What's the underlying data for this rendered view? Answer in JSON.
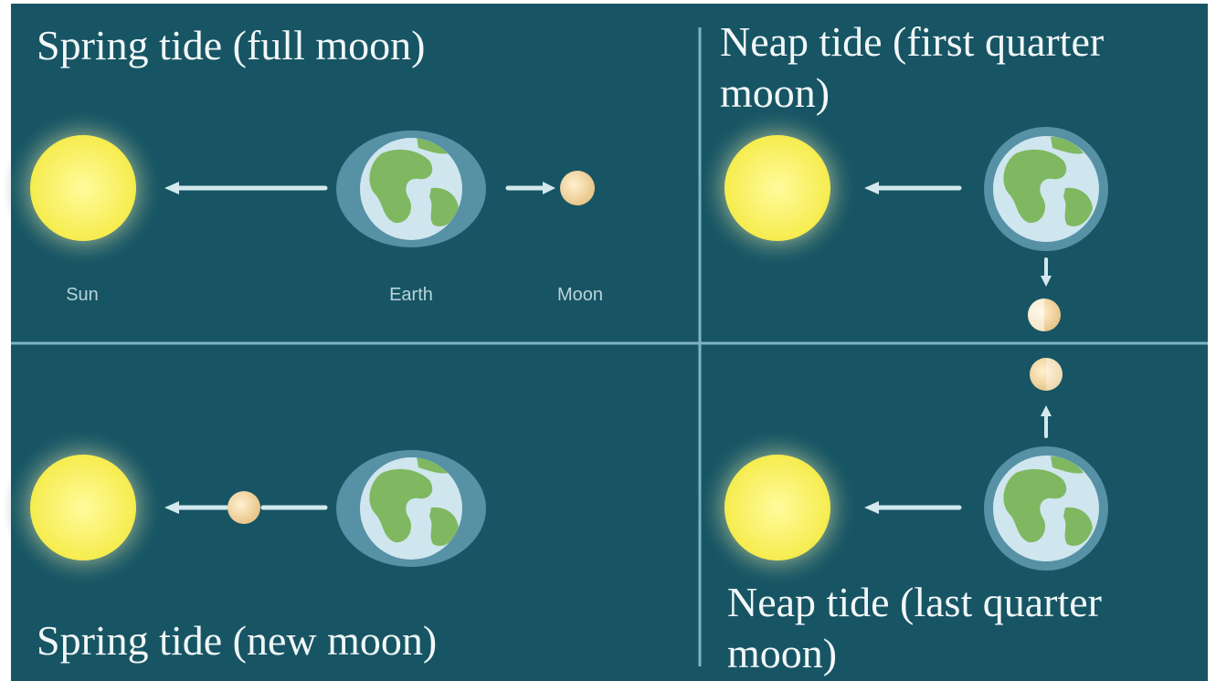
{
  "diagram": {
    "quadrants": [
      {
        "title": "Spring tide (full moon)"
      },
      {
        "title": "Neap tide (first quarter moon)"
      },
      {
        "title": "Spring tide (new moon)"
      },
      {
        "title": "Neap tide (last quarter moon)"
      }
    ],
    "labels": {
      "sun": "Sun",
      "earth": "Earth",
      "moon": "Moon"
    },
    "colors": {
      "background": "#175564",
      "divider": "#7fb4c2",
      "sun": "#fdf56a",
      "ocean": "#cfe6ee",
      "land": "#7fb861",
      "tide_bulge": "#5791a6",
      "moon": "#f3d8a2",
      "arrow": "#d3e9ee"
    }
  }
}
